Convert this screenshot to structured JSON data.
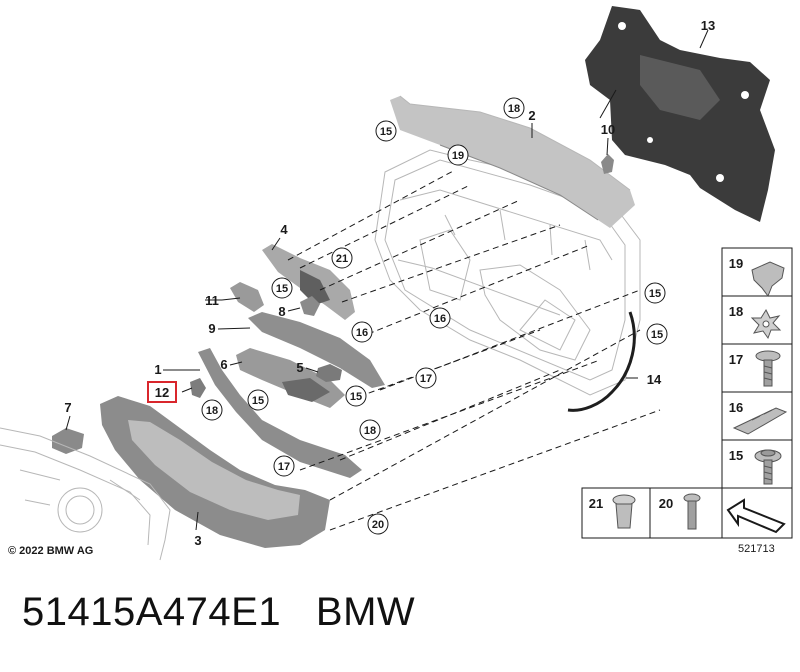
{
  "copyright": "© 2022 BMW AG",
  "figure_id": "521713",
  "footer_title": "51415A474E1   BMW",
  "part_numbers": {
    "p1": "1",
    "p2": "2",
    "p3": "3",
    "p4": "4",
    "p5": "5",
    "p6": "6",
    "p7": "7",
    "p8": "8",
    "p9": "9",
    "p10": "10",
    "p11": "11",
    "p12": "12",
    "p13": "13",
    "p14": "14"
  },
  "callouts": {
    "c15": "15",
    "c16": "16",
    "c17": "17",
    "c18": "18",
    "c19": "19",
    "c20": "20",
    "c21": "21"
  },
  "legend": {
    "r19": "19",
    "r18": "18",
    "r17": "17",
    "r16": "16",
    "r15": "15",
    "r21": "21",
    "r20": "20"
  },
  "colors": {
    "highlight": "#d9262c",
    "dark_part": "#3b3b3b",
    "trim_gray": "#9a9a9a",
    "light_gray": "#cfcfcf"
  }
}
